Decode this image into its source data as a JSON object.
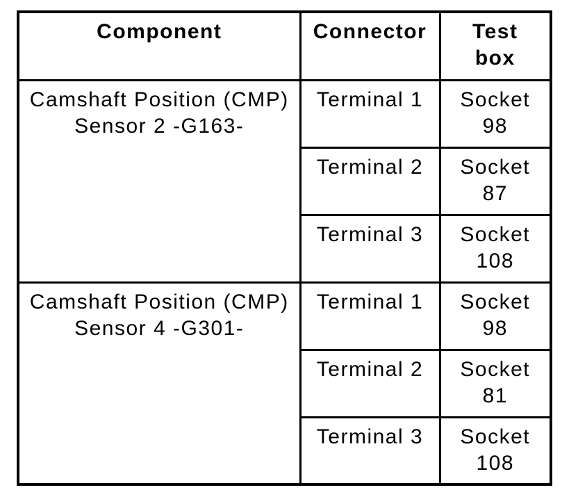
{
  "colors": {
    "background": "#ffffff",
    "border": "#000000",
    "text": "#000000"
  },
  "table": {
    "headers": {
      "component": "Component",
      "connector": "Connector",
      "test_box": "Test\nbox"
    },
    "groups": [
      {
        "component": "Camshaft Position (CMP)\nSensor 2 -G163-",
        "rows": [
          {
            "connector": "Terminal 1",
            "test_box": "Socket\n98"
          },
          {
            "connector": "Terminal 2",
            "test_box": "Socket\n87"
          },
          {
            "connector": "Terminal 3",
            "test_box": "Socket\n108"
          }
        ]
      },
      {
        "component": "Camshaft Position (CMP)\nSensor 4 -G301-",
        "rows": [
          {
            "connector": "Terminal 1",
            "test_box": "Socket\n98"
          },
          {
            "connector": "Terminal 2",
            "test_box": "Socket\n81"
          },
          {
            "connector": "Terminal 3",
            "test_box": "Socket\n108"
          }
        ]
      }
    ]
  }
}
